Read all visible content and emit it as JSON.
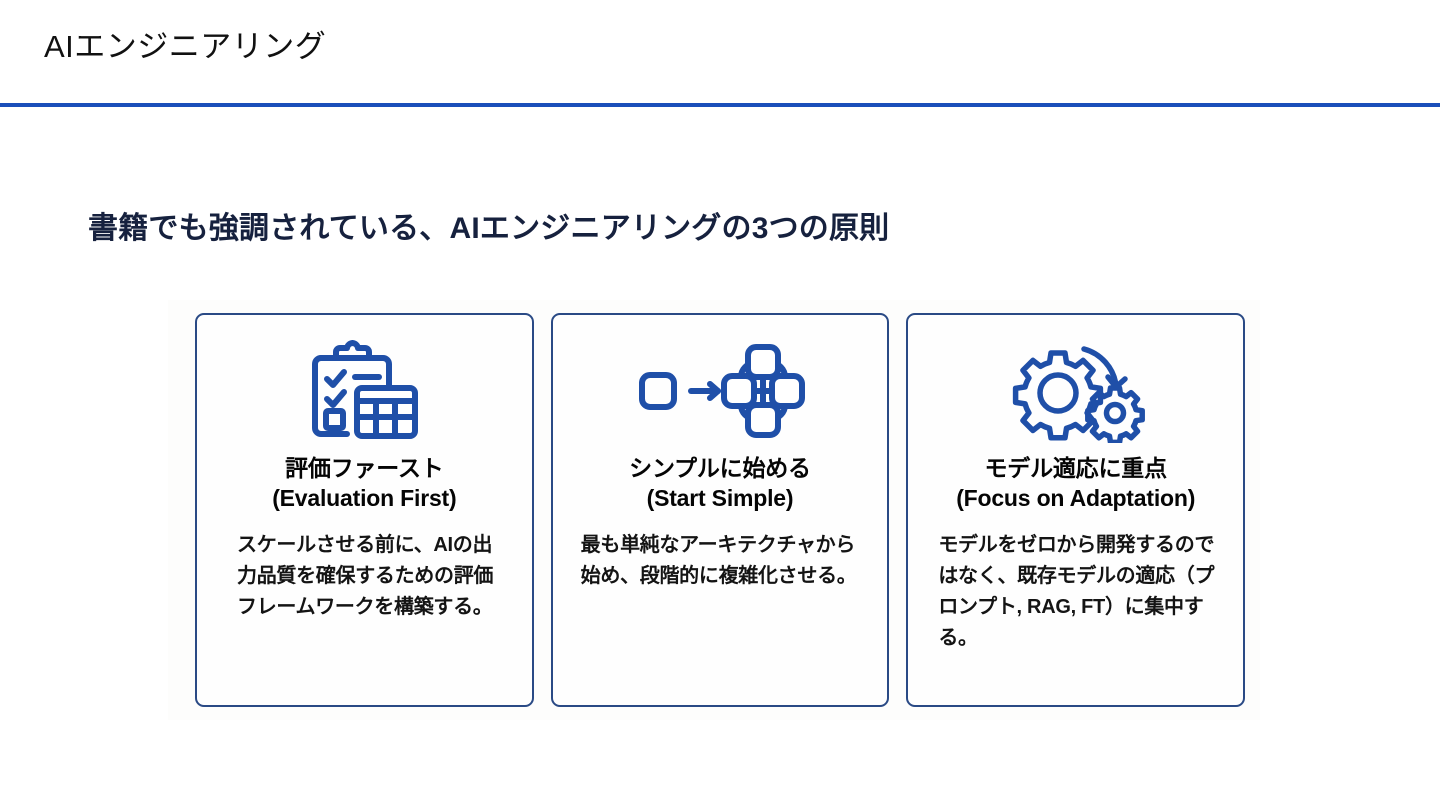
{
  "header": {
    "title": "AIエンジニアリング",
    "rule_color": "#1a4fba"
  },
  "section": {
    "subtitle": "書籍でも強調されている、AIエンジニアリングの3つの原則",
    "subtitle_color": "#16213e"
  },
  "theme": {
    "card_border": "#2a4a85",
    "icon_stroke": "#1f4fa8",
    "card_background": "#fefefe",
    "page_background": "#ffffff",
    "title_color": "#050505",
    "body_color": "#141414"
  },
  "cards": [
    {
      "icon_name": "clipboard-checklist-table-icon",
      "title_jp": "評価ファースト",
      "title_en": "(Evaluation First)",
      "body": "スケールさせる前に、AIの出力品質を確保するための評価フレームワークを構築する。"
    },
    {
      "icon_name": "square-to-network-icon",
      "title_jp": "シンプルに始める",
      "title_en": "(Start Simple)",
      "body": "最も単純なアーキテクチャから始め、段階的に複雑化させる。"
    },
    {
      "icon_name": "gears-adaptation-icon",
      "title_jp": "モデル適応に重点",
      "title_en": "(Focus on Adaptation)",
      "body": "モデルをゼロから開発するのではなく、既存モデルの適応（プロンプト, RAG, FT）に集中する。"
    }
  ]
}
